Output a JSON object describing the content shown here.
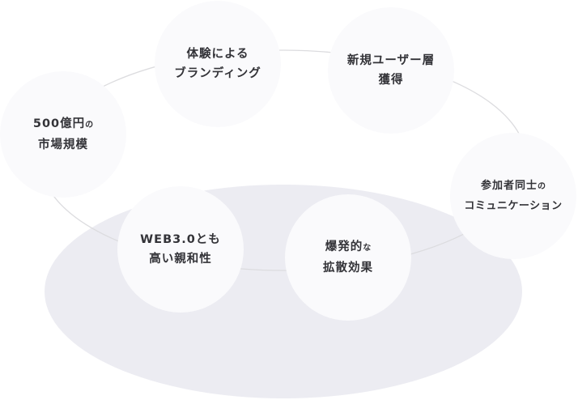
{
  "colors": {
    "background": "#ffffff",
    "base_ellipse": "#ECECF2",
    "node_fill": "#FAFAFC",
    "ring_line": "#DCDCDF",
    "text": "#333338"
  },
  "nodes": [
    {
      "id": "market-size",
      "line1_main": "500億円",
      "line1_small": "の",
      "line2": "市場規模"
    },
    {
      "id": "branding",
      "line1_main": "体験による",
      "line1_small": "",
      "line2": "ブランディング"
    },
    {
      "id": "new-users",
      "line1_main": "新規ユーザー層",
      "line1_small": "",
      "line2": "獲得"
    },
    {
      "id": "communication",
      "line1_main": "参加者同士",
      "line1_small": "の",
      "line2": "コミュニケーション"
    },
    {
      "id": "web3",
      "line1_main": "WEB3.0とも",
      "line1_small": "",
      "line2": "高い親和性"
    },
    {
      "id": "viral",
      "line1_main": "爆発的",
      "line1_small": "な",
      "line2": "拡散効果"
    }
  ]
}
